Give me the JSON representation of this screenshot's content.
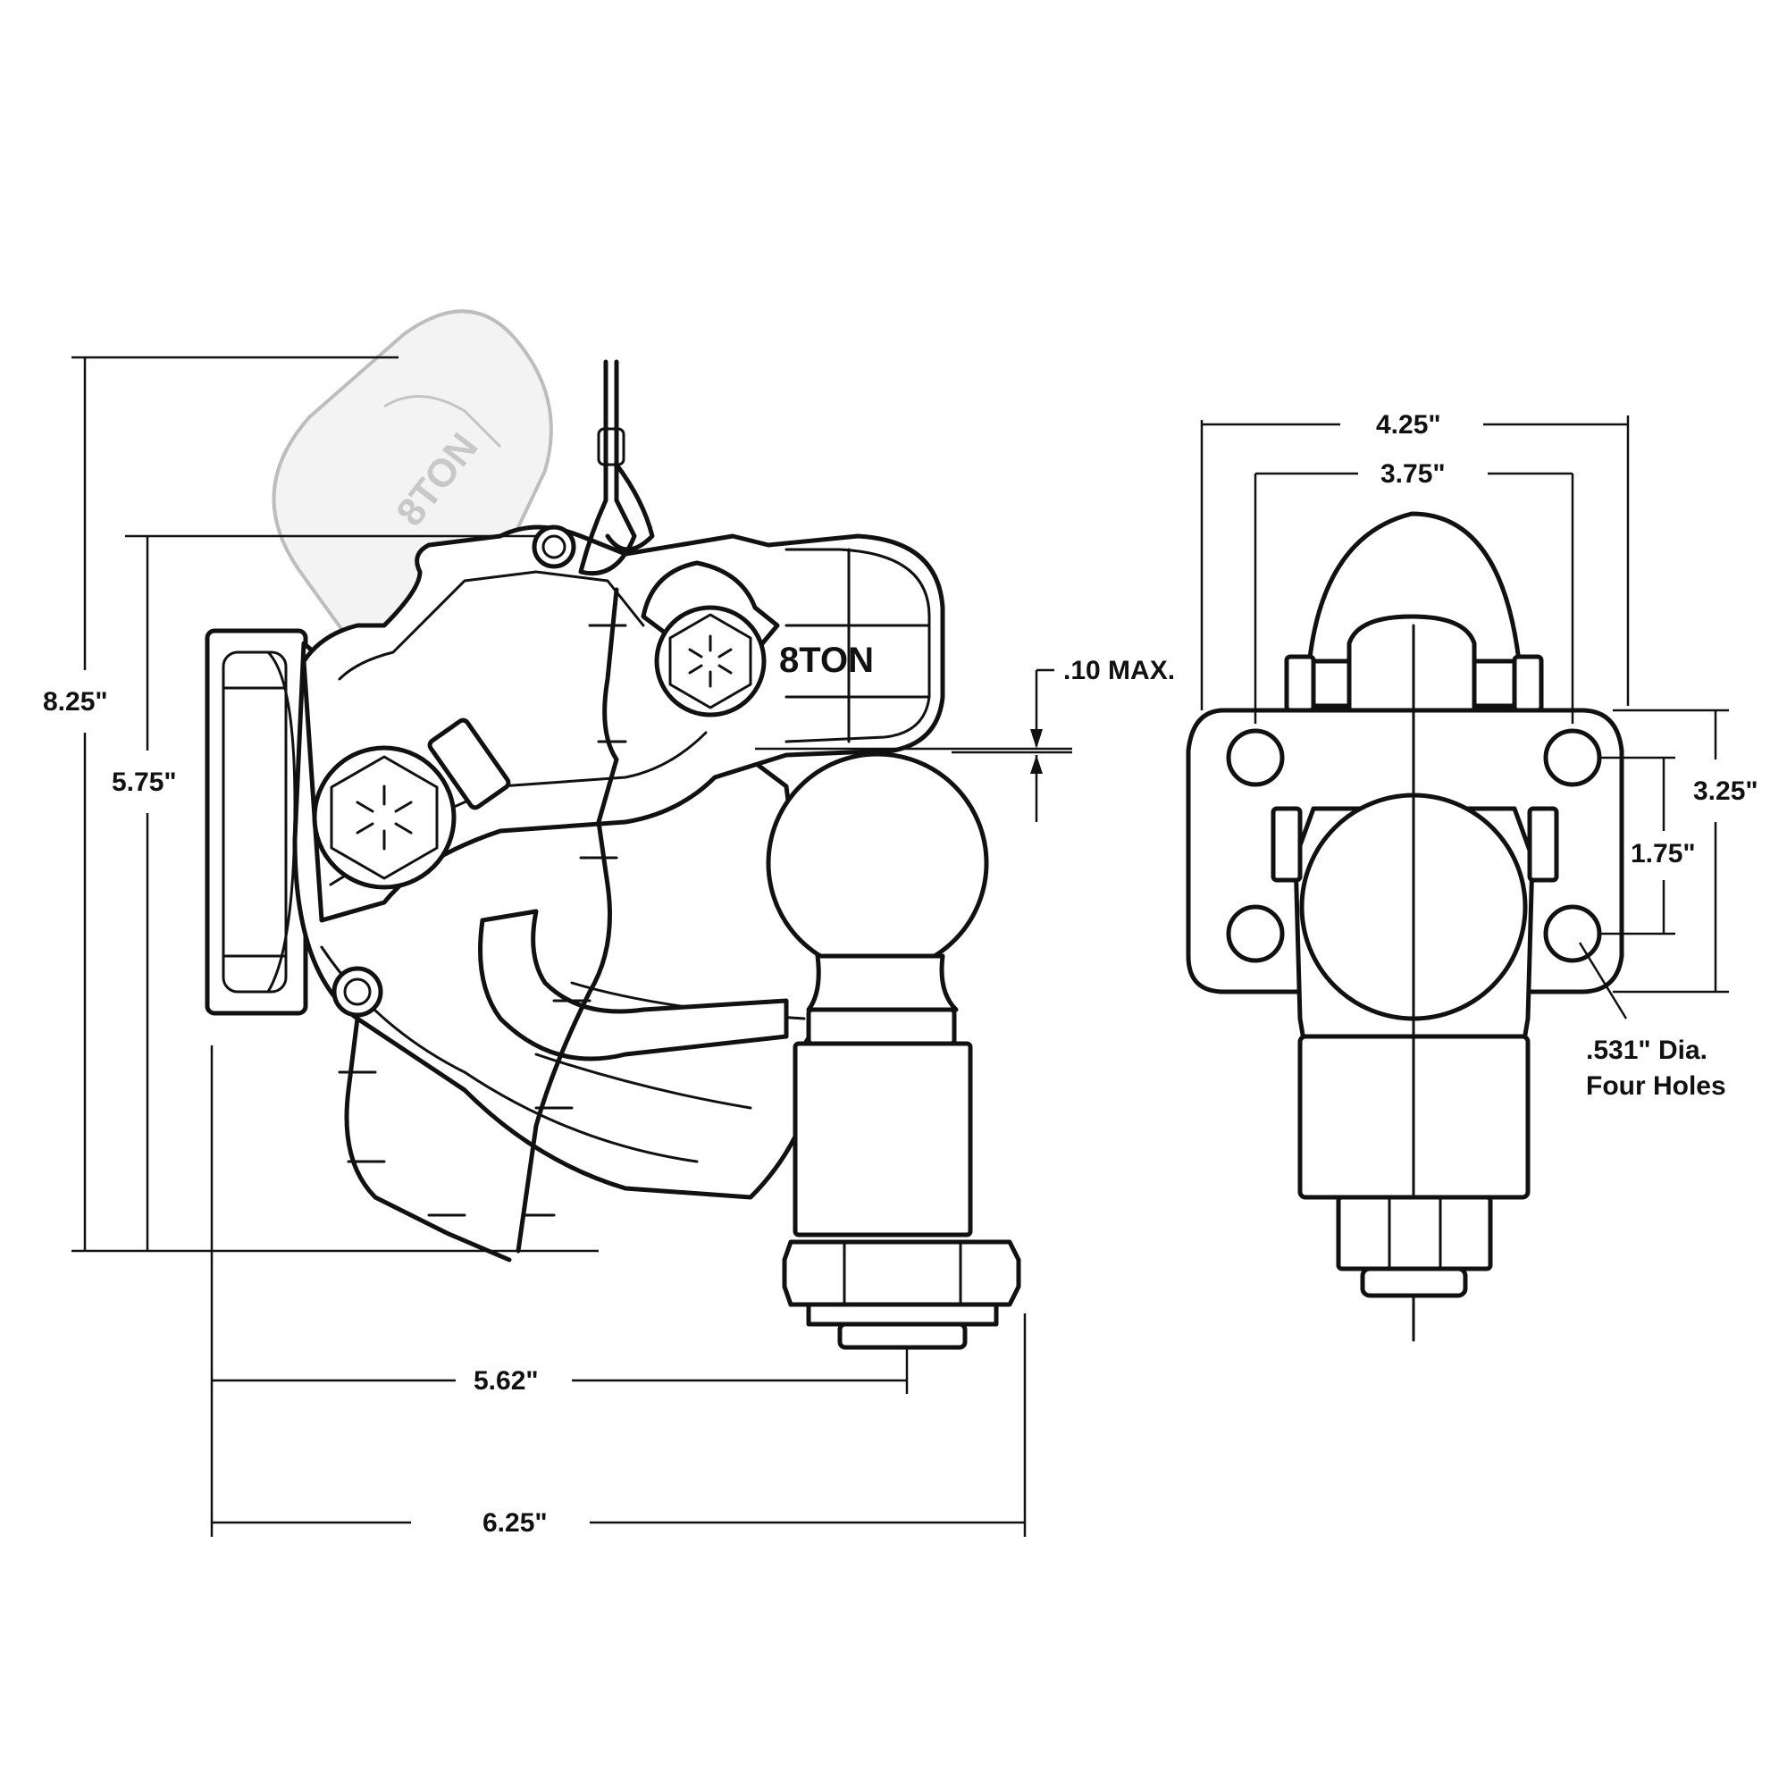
{
  "colors": {
    "line": "#111111",
    "ghost": "#bdbdbd",
    "background": "#ffffff"
  },
  "side_view": {
    "brand_label": "8TON",
    "ghost_brand_label": "8TON",
    "dimensions": {
      "overall_height": "8.25\"",
      "jaw_height": "5.75\"",
      "ball_clearance": ".10 MAX.",
      "ball_center_length": "5.62\"",
      "overall_length": "6.25\""
    }
  },
  "end_view": {
    "dimensions": {
      "outer_width": "4.25\"",
      "hole_spacing_horizontal": "3.75\"",
      "plate_height": "3.25\"",
      "hole_spacing_vertical": "1.75\""
    },
    "hole_note": [
      ".531\" Dia.",
      "Four Holes"
    ]
  }
}
